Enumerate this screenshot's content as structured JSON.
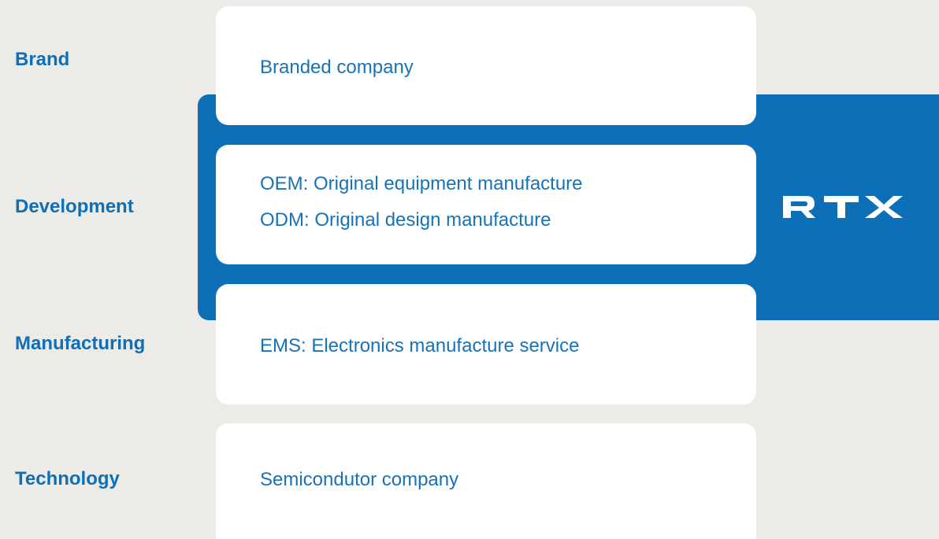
{
  "layers": [
    {
      "label": "Brand",
      "lines": [
        "Branded company"
      ]
    },
    {
      "label": "Development",
      "lines": [
        "OEM: Original equipment manufacture",
        "ODM: Original design manufacture"
      ]
    },
    {
      "label": "Manufacturing",
      "lines": [
        "EMS: Electronics manufacture service"
      ]
    },
    {
      "label": "Technology",
      "lines": [
        "Semicondutor company"
      ]
    }
  ],
  "highlight": {
    "logo_text": "RTX",
    "color": "#0c6fb8",
    "covers_layers": [
      "Development"
    ]
  },
  "colors": {
    "background": "#ecebe7",
    "card": "#ffffff",
    "text": "#1872b6",
    "label": "#0c6fb8"
  }
}
